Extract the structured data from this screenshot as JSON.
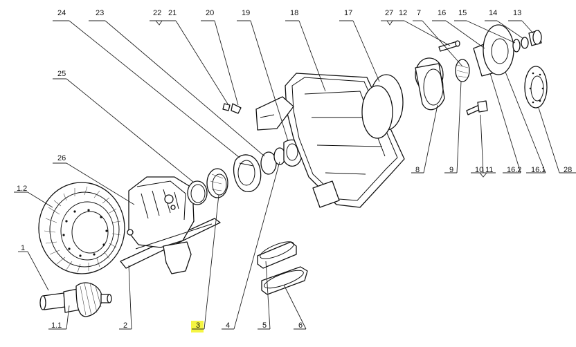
{
  "diagram": {
    "highlight_color": "#f5f542",
    "callouts": [
      {
        "id": "c24",
        "label": "24",
        "highlighted": false
      },
      {
        "id": "c23",
        "label": "23",
        "highlighted": false
      },
      {
        "id": "c22",
        "label": "22",
        "highlighted": false
      },
      {
        "id": "c21",
        "label": "21",
        "highlighted": false
      },
      {
        "id": "c20",
        "label": "20",
        "highlighted": false
      },
      {
        "id": "c19",
        "label": "19",
        "highlighted": false
      },
      {
        "id": "c18",
        "label": "18",
        "highlighted": false
      },
      {
        "id": "c17",
        "label": "17",
        "highlighted": false
      },
      {
        "id": "c27",
        "label": "27",
        "highlighted": false
      },
      {
        "id": "c12",
        "label": "12",
        "highlighted": false
      },
      {
        "id": "c7",
        "label": "7",
        "highlighted": false
      },
      {
        "id": "c16",
        "label": "16",
        "highlighted": false
      },
      {
        "id": "c15",
        "label": "15",
        "highlighted": false
      },
      {
        "id": "c14",
        "label": "14",
        "highlighted": false
      },
      {
        "id": "c13",
        "label": "13",
        "highlighted": false
      },
      {
        "id": "c25",
        "label": "25",
        "highlighted": false
      },
      {
        "id": "c26",
        "label": "26",
        "highlighted": false
      },
      {
        "id": "c1_2",
        "label": "1.2",
        "highlighted": false
      },
      {
        "id": "c1",
        "label": "1",
        "highlighted": false
      },
      {
        "id": "c1_1",
        "label": "1.1",
        "highlighted": false
      },
      {
        "id": "c2",
        "label": "2",
        "highlighted": false
      },
      {
        "id": "c3",
        "label": "3",
        "highlighted": true
      },
      {
        "id": "c4",
        "label": "4",
        "highlighted": false
      },
      {
        "id": "c5",
        "label": "5",
        "highlighted": false
      },
      {
        "id": "c6",
        "label": "6",
        "highlighted": false
      },
      {
        "id": "c8",
        "label": "8",
        "highlighted": false
      },
      {
        "id": "c9",
        "label": "9",
        "highlighted": false
      },
      {
        "id": "c10",
        "label": "10",
        "highlighted": false
      },
      {
        "id": "c11",
        "label": "11",
        "highlighted": false
      },
      {
        "id": "c16_2",
        "label": "16.2",
        "highlighted": false
      },
      {
        "id": "c16_1",
        "label": "16.1",
        "highlighted": false
      },
      {
        "id": "c28",
        "label": "28",
        "highlighted": false
      }
    ]
  }
}
